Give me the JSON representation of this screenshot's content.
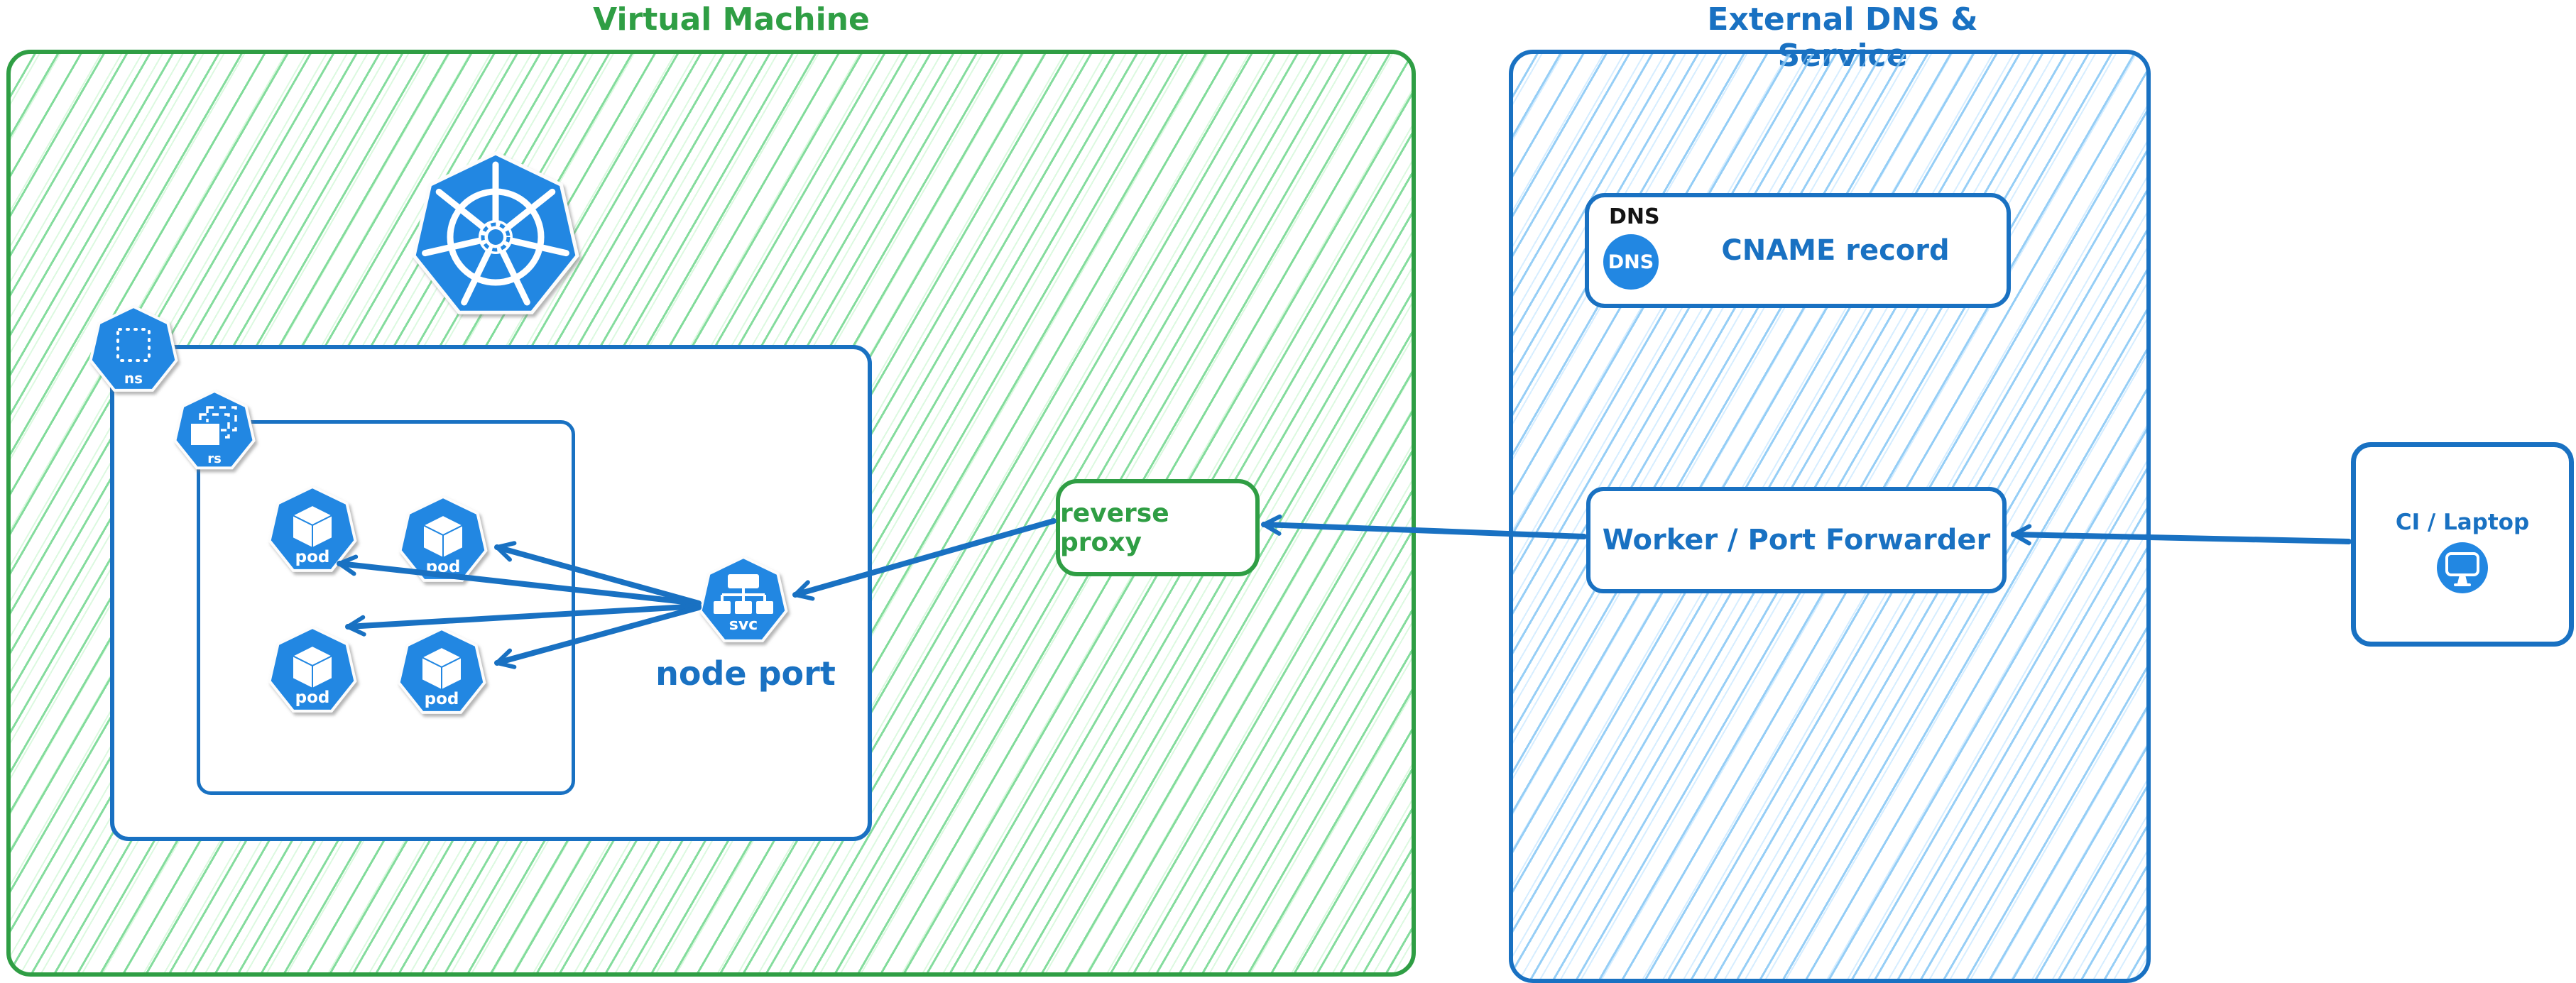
{
  "diagram": {
    "vm": {
      "title": "Virtual Machine"
    },
    "external": {
      "title": "External DNS & Service"
    },
    "k8s": {
      "ns_label": "ns",
      "rs_label": "rs",
      "svc_label": "svc",
      "pod_label": "pod",
      "node_port_label": "node port"
    },
    "nodes": {
      "reverse_proxy": "reverse proxy",
      "dns_tag": "DNS",
      "dns_badge": "DNS",
      "cname": "CNAME record",
      "worker": "Worker / Port Forwarder",
      "ci": "CI / Laptop"
    },
    "colors": {
      "green_stroke": "#2f9e44",
      "green_hatch": "#b2f2bb",
      "blue_stroke": "#1971c2",
      "blue_hatch": "#a5d8ff",
      "icon_fill": "#2287e2",
      "label_dark": "#141414",
      "canvas": "#ffffff"
    }
  }
}
